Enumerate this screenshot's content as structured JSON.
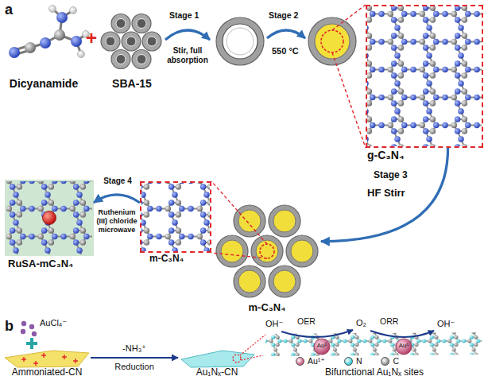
{
  "diagram": {
    "nodes": [
      {
        "text": [
          "Dicyanamide"
        ]
      },
      {
        "text": [
          "SBA-15"
        ]
      },
      {
        "text": [
          "g-C₃N₄"
        ]
      },
      {
        "text": [
          "m-C₃N₄"
        ]
      },
      {
        "text": [
          "m-C₃N₄"
        ]
      },
      {
        "text": [
          "RuSA-mC₃N₄"
        ]
      },
      {
        "text": [
          "Ammoniated-CN"
        ]
      },
      {
        "text": [
          "Au₁Nₓ-CN"
        ]
      },
      {
        "text": [
          "Bifunctional Au₁Nₓ sites"
        ]
      }
    ],
    "edges": [
      {
        "from": 2,
        "to": 3,
        "arrow": "to"
      },
      {
        "from": 4,
        "to": 5,
        "arrow": "to"
      },
      {
        "from": 6,
        "to": 7,
        "arrow": "to"
      }
    ],
    "labels": [
      "a",
      "+",
      "Stage 1",
      "Stir, full absorption",
      "Stage 2",
      "550 °C",
      "Stage 3",
      "HF Stirr",
      "Stage 4",
      "Ruthenium (III) chloride microwave",
      "b",
      "AuCl₄⁻",
      "-NH₃⁺",
      "Reduction",
      "OH⁻",
      "OER",
      "O₂",
      "ORR",
      "OH⁻",
      "Au¹",
      "Au¹"
    ],
    "legend": [
      {
        "text": "Au¹⁺",
        "color": "#c8557d"
      },
      {
        "text": "N",
        "color": "#35c9d2"
      },
      {
        "text": "C",
        "color": "#8a8a8a"
      }
    ]
  }
}
